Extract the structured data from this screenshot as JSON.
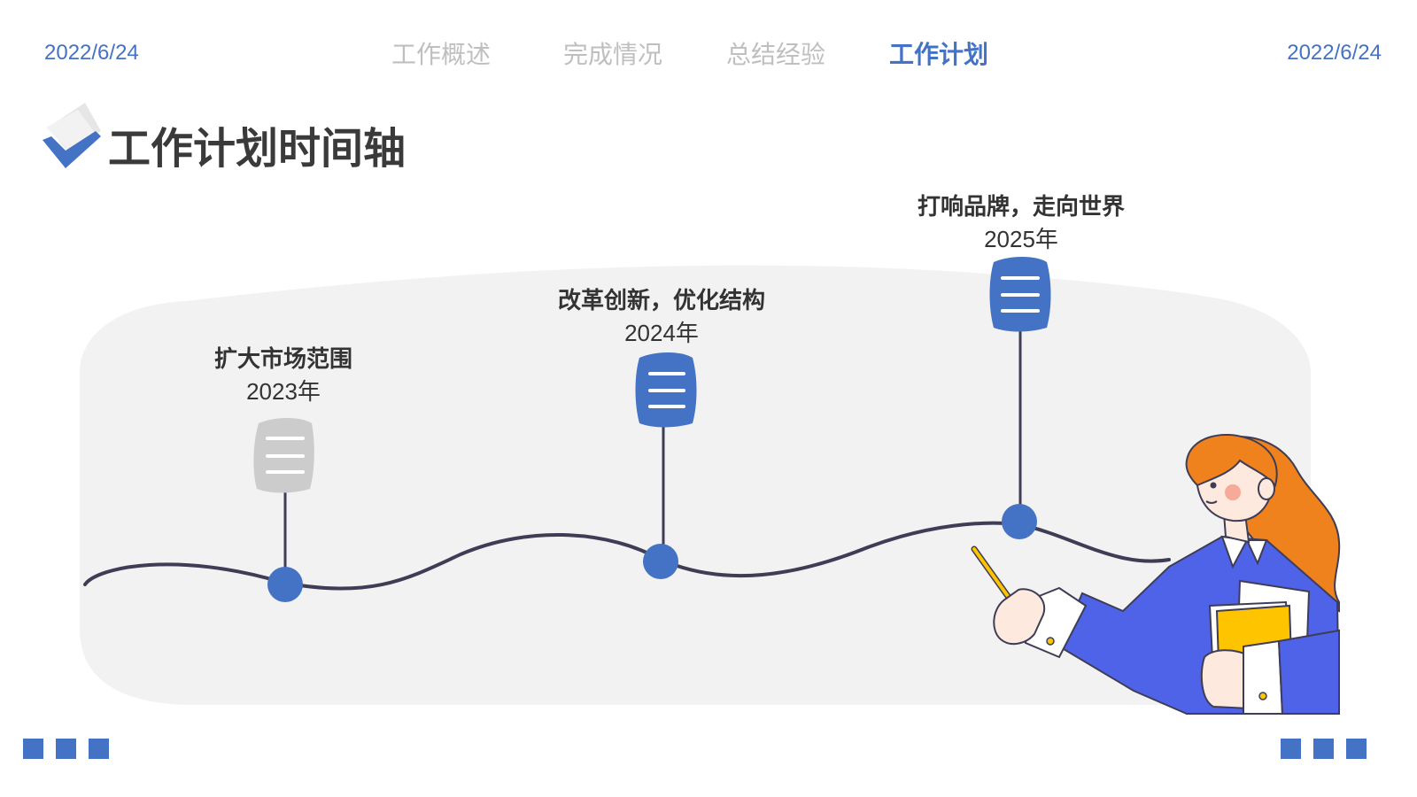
{
  "header": {
    "date_left": "2022/6/24",
    "date_right": "2022/6/24"
  },
  "nav": {
    "items": [
      {
        "label": "工作概述",
        "active": false
      },
      {
        "label": "完成情况",
        "active": false
      },
      {
        "label": "总结经验",
        "active": false
      },
      {
        "label": "工作计划",
        "active": true
      }
    ]
  },
  "page": {
    "title": "工作计划时间轴"
  },
  "timeline": {
    "milestones": [
      {
        "title": "扩大市场范围",
        "year": "2023年",
        "state": "inactive"
      },
      {
        "title": "改革创新，优化结构",
        "year": "2024年",
        "state": "active"
      },
      {
        "title": "打响品牌，走向世界",
        "year": "2025年",
        "state": "active"
      }
    ]
  },
  "icons": {
    "title_icon": "check-paper-icon",
    "milestone_icon": "document-list-icon",
    "illustration": "woman-with-pencil-and-book-illustration"
  },
  "colors": {
    "accent": "#4472c4",
    "inactive_nav": "#bfbfbf",
    "title_text": "#3a3a3a",
    "milestone_inactive": "#cccccc",
    "background_blob": "#f2f2f2",
    "line": "#3f3d56"
  }
}
